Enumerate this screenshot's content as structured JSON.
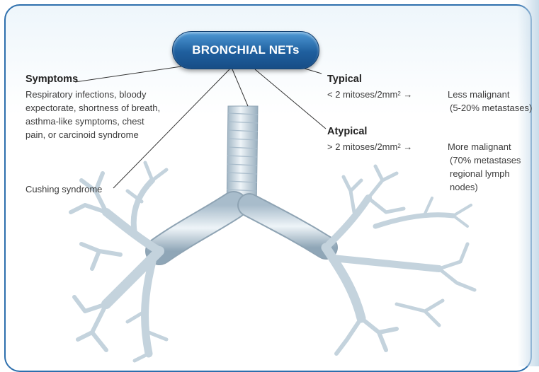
{
  "title": "BRONCHIAL NETs",
  "symptoms": {
    "heading": "Symptoms",
    "lines": [
      "Respiratory infections, bloody",
      "expectorate, shortness of breath,",
      "asthma-like symptoms, chest",
      "pain, or carcinoid syndrome"
    ],
    "cushing": "Cushing syndrome"
  },
  "typical": {
    "heading": "Typical",
    "criterion": "< 2 mitoses/2mm",
    "sup": "2",
    "arrow": "→",
    "result": "Less malignant",
    "detail": "(5-20% metastases)"
  },
  "atypical": {
    "heading": "Atypical",
    "criterion": "> 2 mitoses/2mm",
    "sup": "2",
    "arrow": "→",
    "result": "More malignant",
    "detail_lines": [
      "(70% metastases",
      "regional lymph nodes)"
    ]
  },
  "colors": {
    "border": "#2d6fad",
    "pill": "#1f5f9e",
    "airway": "#cfdde6"
  },
  "illustration": "bronchial-tree"
}
